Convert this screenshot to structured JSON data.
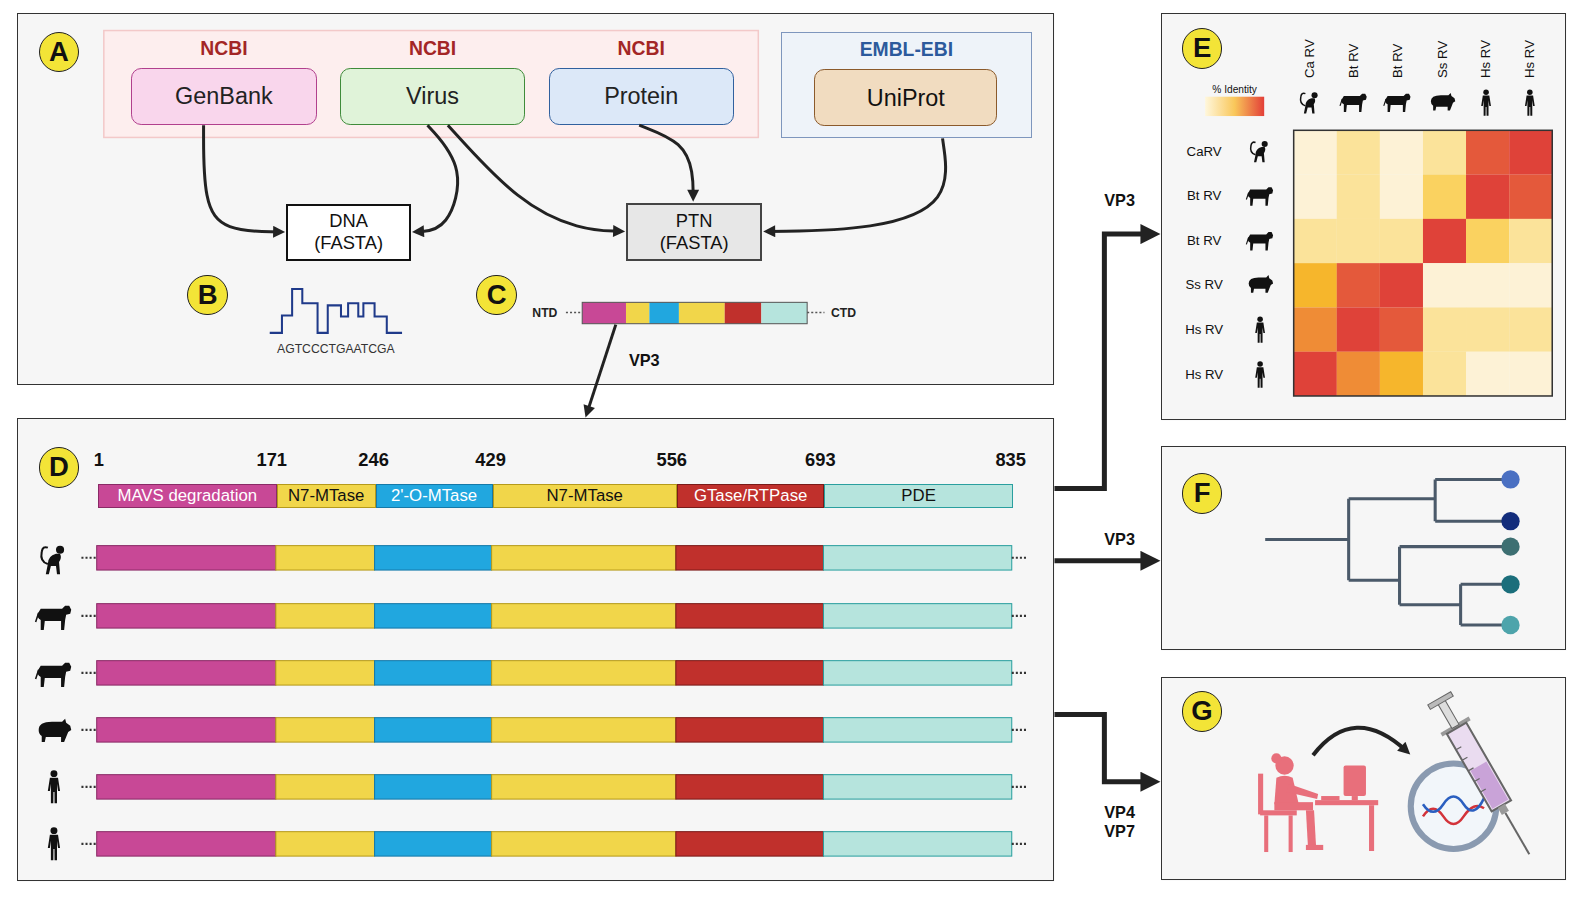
{
  "diagram": {
    "nodes": [
      {
        "text": [
          "A"
        ]
      },
      {
        "text": [
          "NCBI",
          "GenBank"
        ],
        "in": 0
      },
      {
        "text": [
          "NCBI",
          "Virus"
        ],
        "in": 0
      },
      {
        "text": [
          "NCBI",
          "Protein"
        ],
        "in": 0
      },
      {
        "text": [
          "EMBL-EBI"
        ],
        "in": 0
      },
      {
        "text": [
          "UniProt"
        ],
        "in": 4
      },
      {
        "text": [
          "DNA (FASTA)"
        ],
        "in": 0
      },
      {
        "text": [
          "PTN (FASTA)"
        ],
        "in": 0
      },
      {
        "text": [
          "B"
        ],
        "in": 0
      },
      {
        "text": [
          "C"
        ],
        "in": 0
      },
      {
        "text": [
          "NTD",
          "CTD"
        ],
        "in": 0
      },
      {
        "text": [
          "D"
        ]
      },
      {
        "text": [
          "MAVS degradation"
        ],
        "in": 11
      },
      {
        "text": [
          "N7-MTase"
        ],
        "in": 11
      },
      {
        "text": [
          "2'-O-MTase"
        ],
        "in": 11
      },
      {
        "text": [
          "N7-MTase"
        ],
        "in": 11
      },
      {
        "text": [
          "GTase/RTPase"
        ],
        "in": 11
      },
      {
        "text": [
          "PDE"
        ],
        "in": 11
      },
      {
        "text": [
          "E"
        ]
      },
      {
        "text": [
          "F"
        ]
      },
      {
        "text": [
          "G"
        ]
      }
    ],
    "edges": [
      {
        "from": 1,
        "to": 6,
        "arrow": "to"
      },
      {
        "from": 2,
        "to": 6,
        "arrow": "to"
      },
      {
        "from": 2,
        "to": 7,
        "arrow": "to"
      },
      {
        "from": 3,
        "to": 7,
        "arrow": "to"
      },
      {
        "from": 4,
        "to": 7,
        "arrow": "to"
      },
      {
        "from": 10,
        "to": 11,
        "label": "VP3",
        "arrow": "to"
      },
      {
        "from": 11,
        "to": 18,
        "label": "VP3",
        "arrow": "to"
      },
      {
        "from": 11,
        "to": 19,
        "label": "VP3",
        "arrow": "to"
      },
      {
        "from": 11,
        "to": 20,
        "label": "VP4 VP7",
        "arrow": "to"
      }
    ],
    "labels": [
      "AGTCCCTGAATCGA",
      "1",
      "171",
      "246",
      "429",
      "556",
      "693",
      "835",
      "% Identity",
      "Ca RV",
      "Bt RV",
      "Bt RV",
      "Ss RV",
      "Hs RV",
      "Hs RV",
      "CaRV",
      "Bt RV",
      "Bt RV",
      "Ss RV",
      "Hs RV",
      "Hs RV"
    ]
  }
}
